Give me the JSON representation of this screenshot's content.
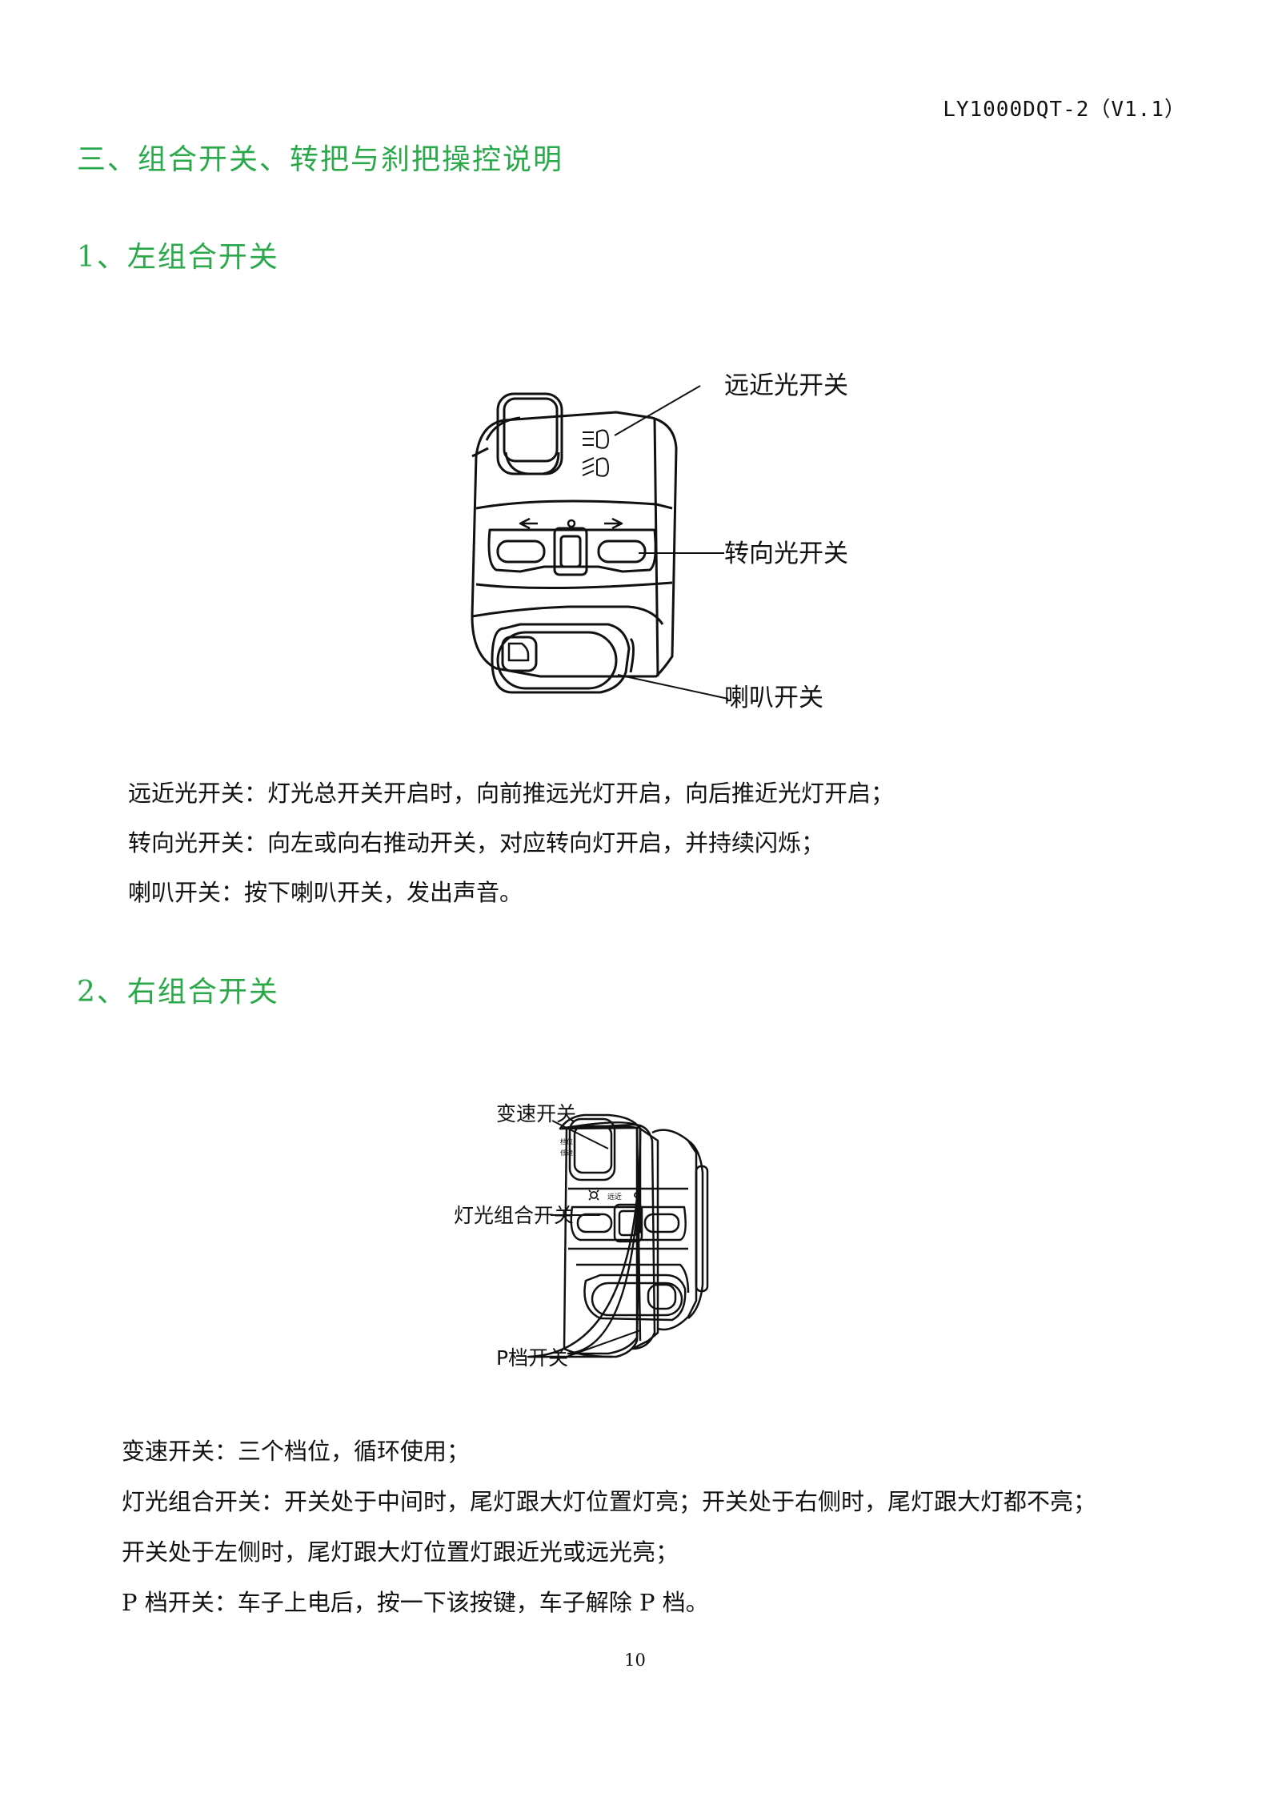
{
  "header": {
    "doc_code": "LY1000DQT-2（V1.1）"
  },
  "section": {
    "title": "三、组合开关、转把与刹把操控说明",
    "left_switch": {
      "title": "1、左组合开关",
      "callouts": {
        "beam": "远近光开关",
        "turn": "转向光开关",
        "horn": "喇叭开关"
      },
      "descriptions": [
        "远近光开关：灯光总开关开启时，向前推远光灯开启，向后推近光灯开启；",
        "转向光开关：向左或向右推动开关，对应转向灯开启，并持续闪烁；",
        "喇叭开关：按下喇叭开关，发出声音。"
      ]
    },
    "right_switch": {
      "title": "2、右组合开关",
      "callouts": {
        "speed": "变速开关",
        "light": "灯光组合开关",
        "park": "P档开关"
      },
      "descriptions": [
        "变速开关：三个档位，循环使用；",
        "灯光组合开关：开关处于中间时，尾灯跟大灯位置灯亮；开关处于右侧时，尾灯跟大灯都不亮；",
        "开关处于左侧时，尾灯跟大灯位置灯跟近光或远光亮；",
        "P 档开关：车子上电后，按一下该按键，车子解除 P 档。"
      ]
    }
  },
  "footer": {
    "page_number": "10"
  }
}
